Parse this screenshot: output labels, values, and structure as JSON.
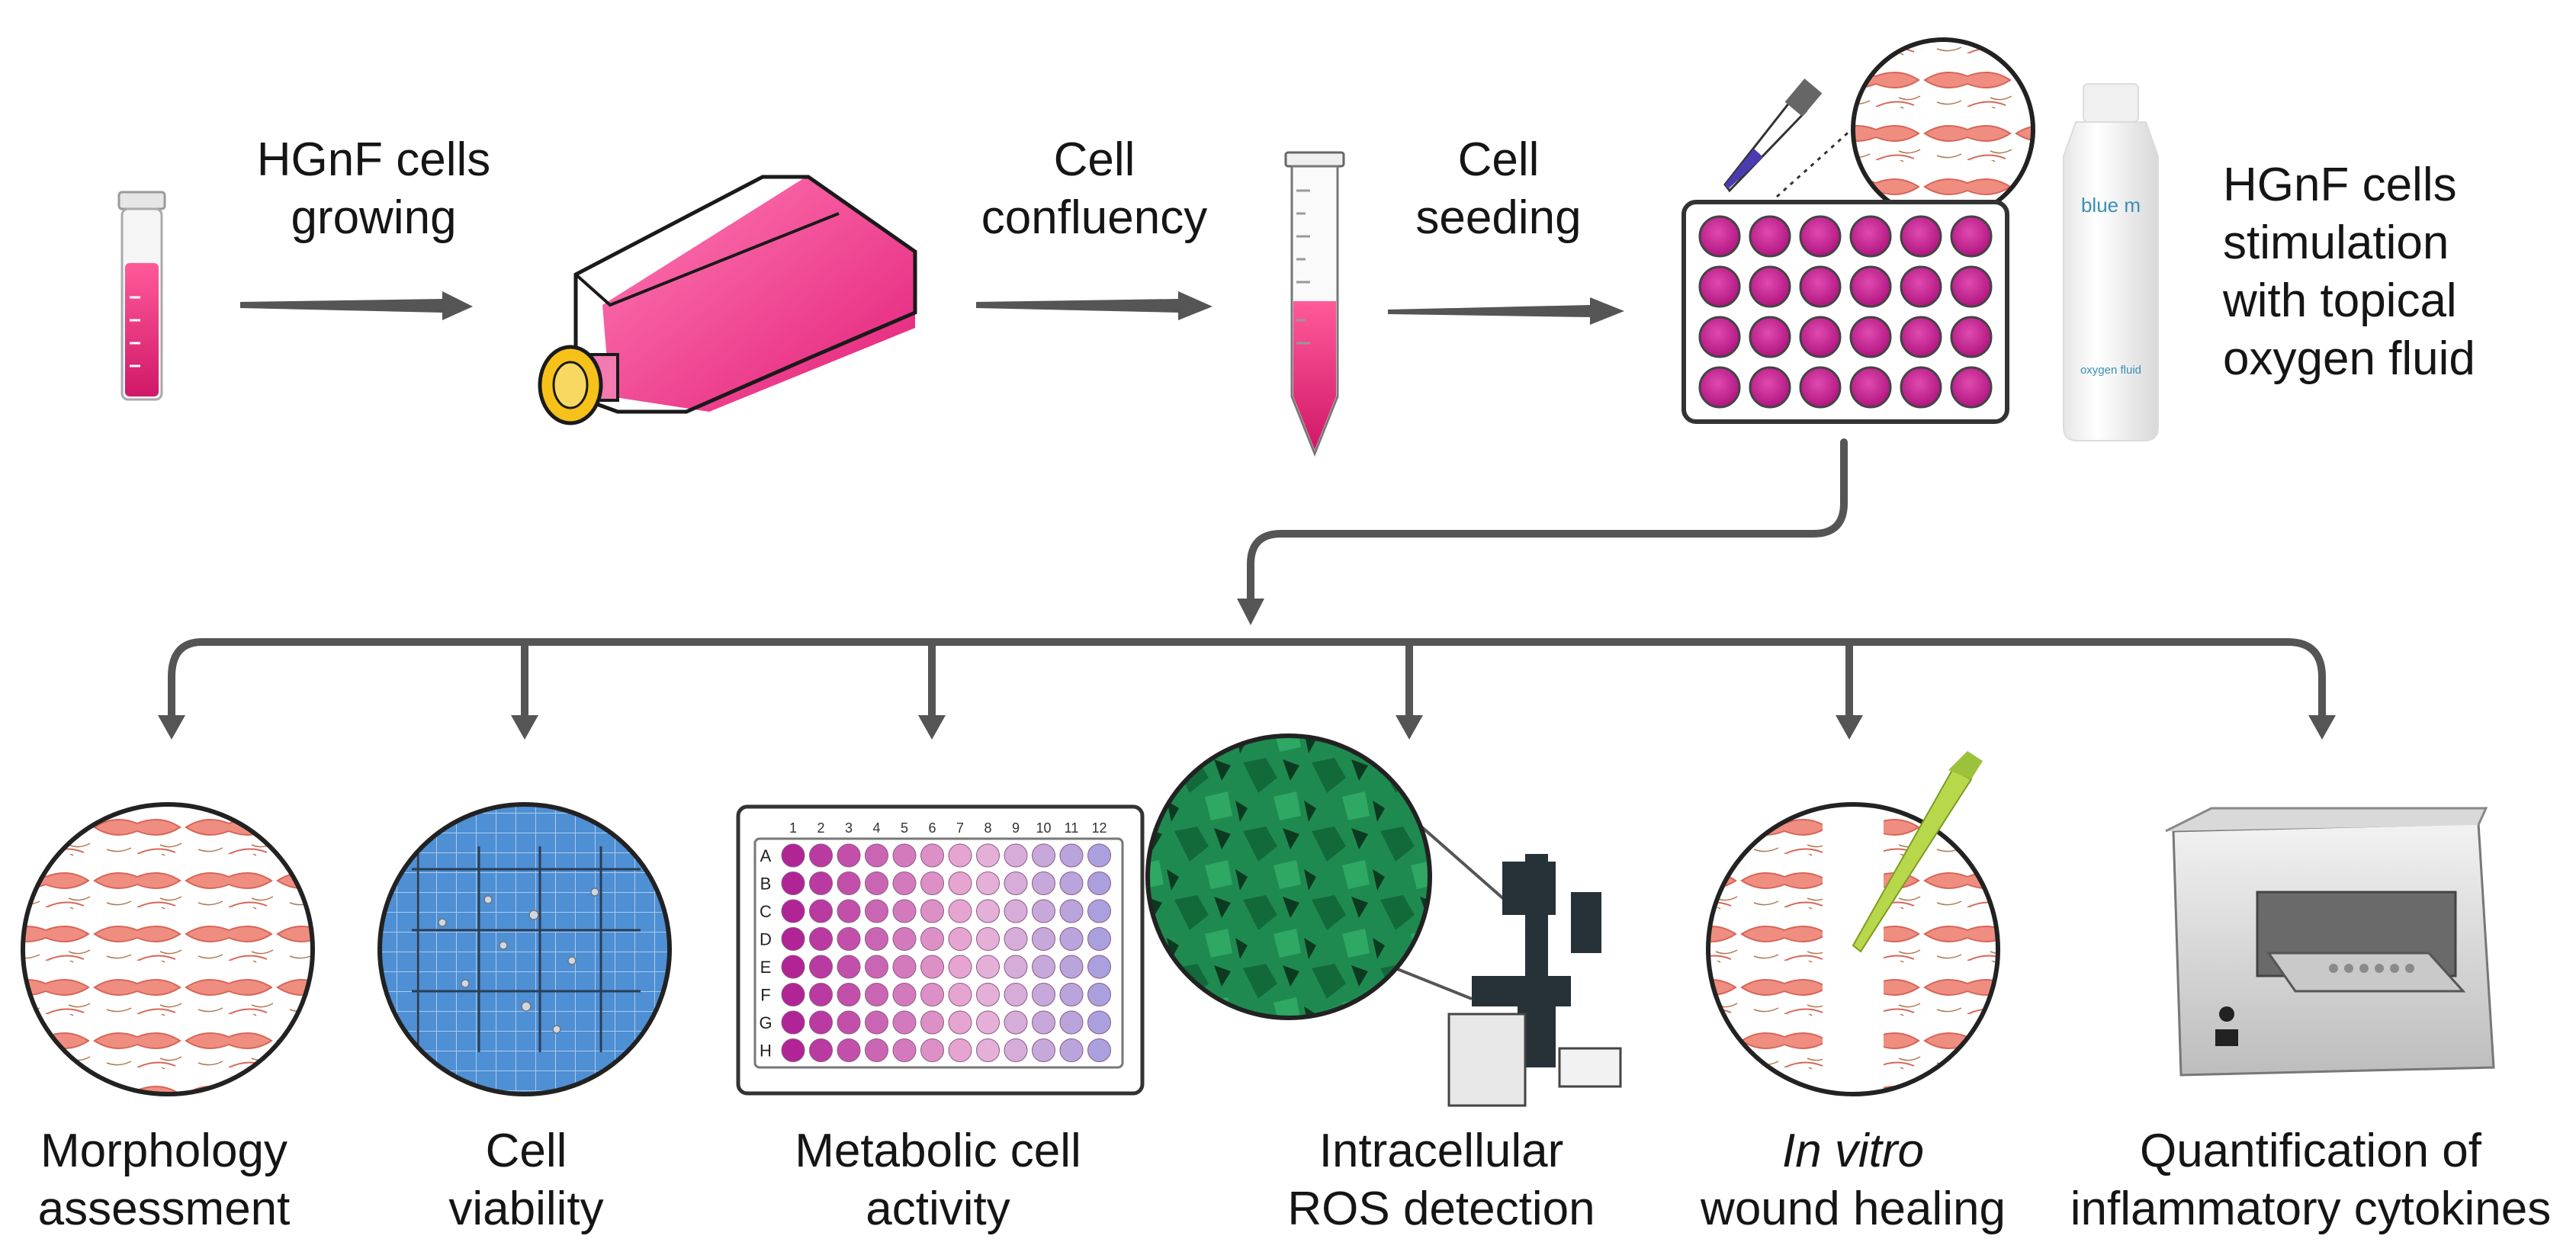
{
  "top_steps": {
    "step1": [
      "HGnF cells",
      "growing"
    ],
    "step2": [
      "Cell",
      "confluency"
    ],
    "step3": [
      "Cell",
      "seeding"
    ],
    "step4": [
      "HGnF cells",
      "stimulation",
      "with topical",
      "oxygen fluid"
    ]
  },
  "bottle": {
    "brand": "blue m",
    "product": "oxygen fluid"
  },
  "plate96": {
    "rows": [
      "A",
      "B",
      "C",
      "D",
      "E",
      "F",
      "G",
      "H"
    ],
    "columns": [
      "1",
      "2",
      "3",
      "4",
      "5",
      "6",
      "7",
      "8",
      "9",
      "10",
      "11",
      "12"
    ]
  },
  "assays": [
    {
      "line1": "Morphology",
      "line2": "assessment"
    },
    {
      "line1": "Cell",
      "line2": "viability"
    },
    {
      "line1": "Metabolic cell",
      "line2": "activity"
    },
    {
      "line1": "Intracellular",
      "line2": "ROS detection"
    },
    {
      "line1_italic": "In vitro",
      "line2": "wound healing"
    },
    {
      "line1": "Quantification of",
      "line2": "inflammatory cytokines"
    }
  ],
  "colors": {
    "arrow": "#555555",
    "medium_pink": "#e0307a",
    "well_magenta": "#c2188f",
    "cell_salmon": "#ef8e80",
    "viability_blue": "#4f8fd3",
    "ros_green": "#1f8a50",
    "pipette_green": "#b7d84a"
  }
}
